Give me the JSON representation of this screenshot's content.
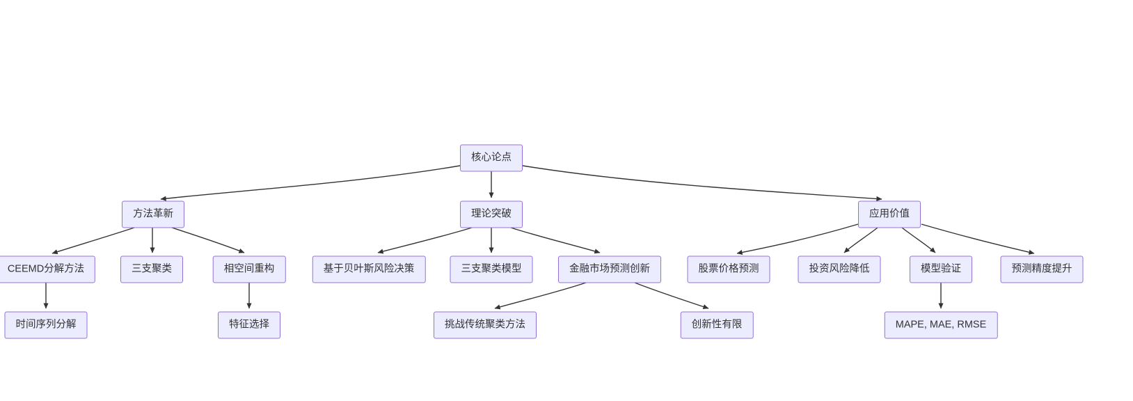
{
  "diagram": {
    "type": "flowchart-top-down",
    "colors": {
      "node_fill": "#ECECFF",
      "node_border": "#9370DB",
      "edge": "#333333",
      "text": "#333333",
      "background": "#ffffff"
    },
    "nodes": {
      "core": {
        "label": "核心论点"
      },
      "method": {
        "label": "方法革新"
      },
      "theory": {
        "label": "理论突破"
      },
      "application": {
        "label": "应用价值"
      },
      "ceemd": {
        "label": "CEEMD分解方法"
      },
      "three_way": {
        "label": "三支聚类"
      },
      "phase_space": {
        "label": "相空间重构"
      },
      "bayes": {
        "label": "基于贝叶斯风险决策"
      },
      "three_way_model": {
        "label": "三支聚类模型"
      },
      "finance_innovation": {
        "label": "金融市场预测创新"
      },
      "stock": {
        "label": "股票价格预测"
      },
      "risk": {
        "label": "投资风险降低"
      },
      "validation": {
        "label": "模型验证"
      },
      "accuracy": {
        "label": "预测精度提升"
      },
      "time_series": {
        "label": "时间序列分解"
      },
      "feature": {
        "label": "特征选择"
      },
      "challenge": {
        "label": "挑战传统聚类方法"
      },
      "limited": {
        "label": "创新性有限"
      },
      "metrics": {
        "label": "MAPE, MAE, RMSE"
      }
    },
    "edges": [
      {
        "from": "core",
        "to": "method"
      },
      {
        "from": "core",
        "to": "theory"
      },
      {
        "from": "core",
        "to": "application"
      },
      {
        "from": "method",
        "to": "ceemd"
      },
      {
        "from": "method",
        "to": "three_way"
      },
      {
        "from": "method",
        "to": "phase_space"
      },
      {
        "from": "ceemd",
        "to": "time_series"
      },
      {
        "from": "phase_space",
        "to": "feature"
      },
      {
        "from": "theory",
        "to": "bayes"
      },
      {
        "from": "theory",
        "to": "three_way_model"
      },
      {
        "from": "theory",
        "to": "finance_innovation"
      },
      {
        "from": "finance_innovation",
        "to": "challenge"
      },
      {
        "from": "finance_innovation",
        "to": "limited"
      },
      {
        "from": "application",
        "to": "stock"
      },
      {
        "from": "application",
        "to": "risk"
      },
      {
        "from": "application",
        "to": "validation"
      },
      {
        "from": "application",
        "to": "accuracy"
      },
      {
        "from": "validation",
        "to": "metrics"
      }
    ]
  }
}
